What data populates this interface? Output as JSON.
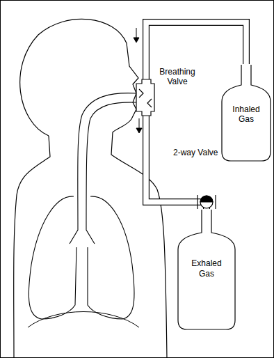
{
  "diagram": {
    "nodes": [
      {
        "text": [
          "Inhaled Gas"
        ]
      },
      {
        "text": [
          "Exhaled Gas"
        ]
      }
    ],
    "edges": [
      {
        "from": 0,
        "to": 1,
        "arrow": "none"
      }
    ],
    "labels": [
      "Breathing Valve",
      "2-way Valve"
    ]
  }
}
